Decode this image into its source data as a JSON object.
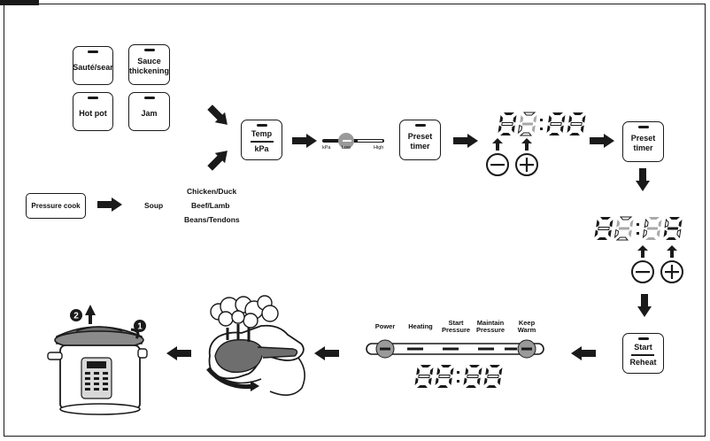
{
  "menu_buttons": {
    "saute_sear": "Sauté/sear",
    "sauce_thickening_line1": "Sauce",
    "sauce_thickening_line2": "thickening",
    "hot_pot": "Hot pot",
    "jam": "Jam"
  },
  "temp_kpa_button": {
    "line1": "Temp",
    "line2": "kPa"
  },
  "pressure_slider": {
    "left": "kPa",
    "mid": "Low",
    "right": "High"
  },
  "preset_timer_button": {
    "line1": "Preset",
    "line2": "timer"
  },
  "timer_display_1": "04:00",
  "timer_display_2": "04:32",
  "pressure_cook_button": "Pressure cook",
  "soup_label": "Soup",
  "food_options": [
    "Chicken/Duck",
    "Beef/Lamb",
    "Beans/Tendons"
  ],
  "start_reheat_button": {
    "line1": "Start",
    "line2": "Reheat"
  },
  "status_bar": {
    "power": "Power",
    "heating": "Heating",
    "start_pressure_line1": "Start",
    "start_pressure_line2": "Pressure",
    "maintain_pressure_line1": "Maintain",
    "maintain_pressure_line2": "Pressure",
    "keep_warm_line1": "Keep",
    "keep_warm_line2": "Warm"
  },
  "status_display": "00:00",
  "lid_steps": {
    "step1": "1",
    "step2": "2"
  },
  "colors": {
    "ink": "#1a1a1a",
    "highlight": "#9a9a9a",
    "ghost_digit": "#a8a8a8"
  }
}
